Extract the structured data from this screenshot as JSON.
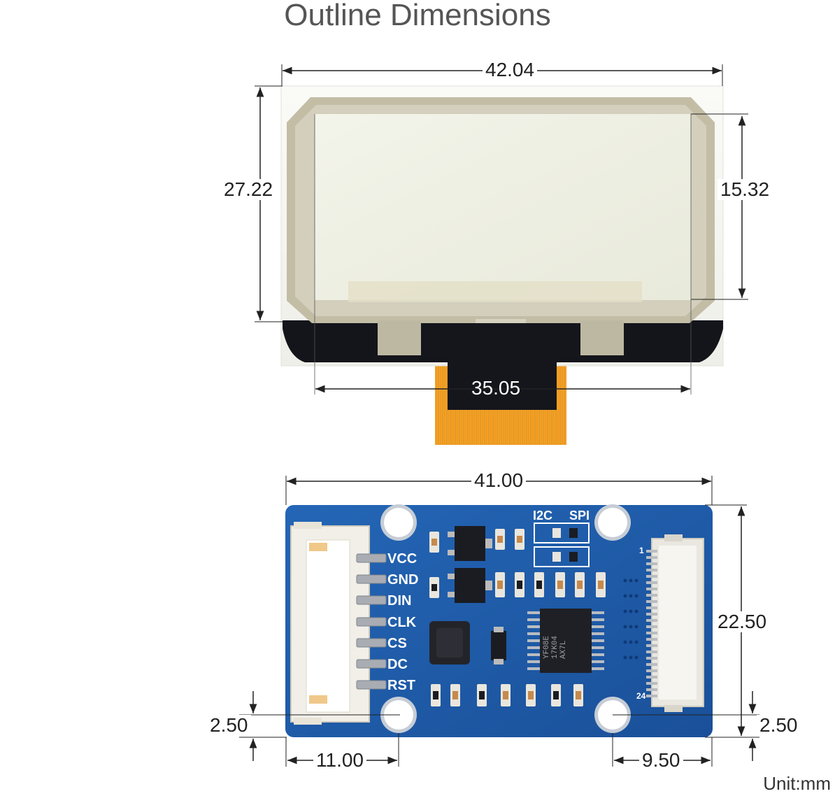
{
  "title": "Outline Dimensions",
  "unit": "Unit:mm",
  "oled_dimensions": {
    "overall_width": "42.04",
    "overall_height": "27.22",
    "active_height": "15.32",
    "active_width": "35.05"
  },
  "board_dimensions": {
    "width": "41.00",
    "height": "22.50",
    "left_hole_offset_y": "2.50",
    "right_hole_offset_y": "2.50",
    "left_hole_offset_x": "11.00",
    "right_hole_offset_x": "9.50"
  },
  "pins": [
    "VCC",
    "GND",
    "DIN",
    "CLK",
    "CS",
    "DC",
    "RST"
  ],
  "jumper_labels": {
    "i2c": "I2C",
    "spi": "SPI"
  },
  "ffc_pin_numbers": {
    "first": "1",
    "last": "24"
  },
  "chip_marking": [
    "YF08E",
    "17K04",
    "AX7L"
  ],
  "colors": {
    "pcb": "#1e5aa8",
    "pcb_dark": "#174a8d",
    "screen": "#eef0e2",
    "glass": "#f7f7f4",
    "frame": "#bfb9a3",
    "flex_cable": "#f4a21c",
    "driver_black": "#15161c"
  }
}
